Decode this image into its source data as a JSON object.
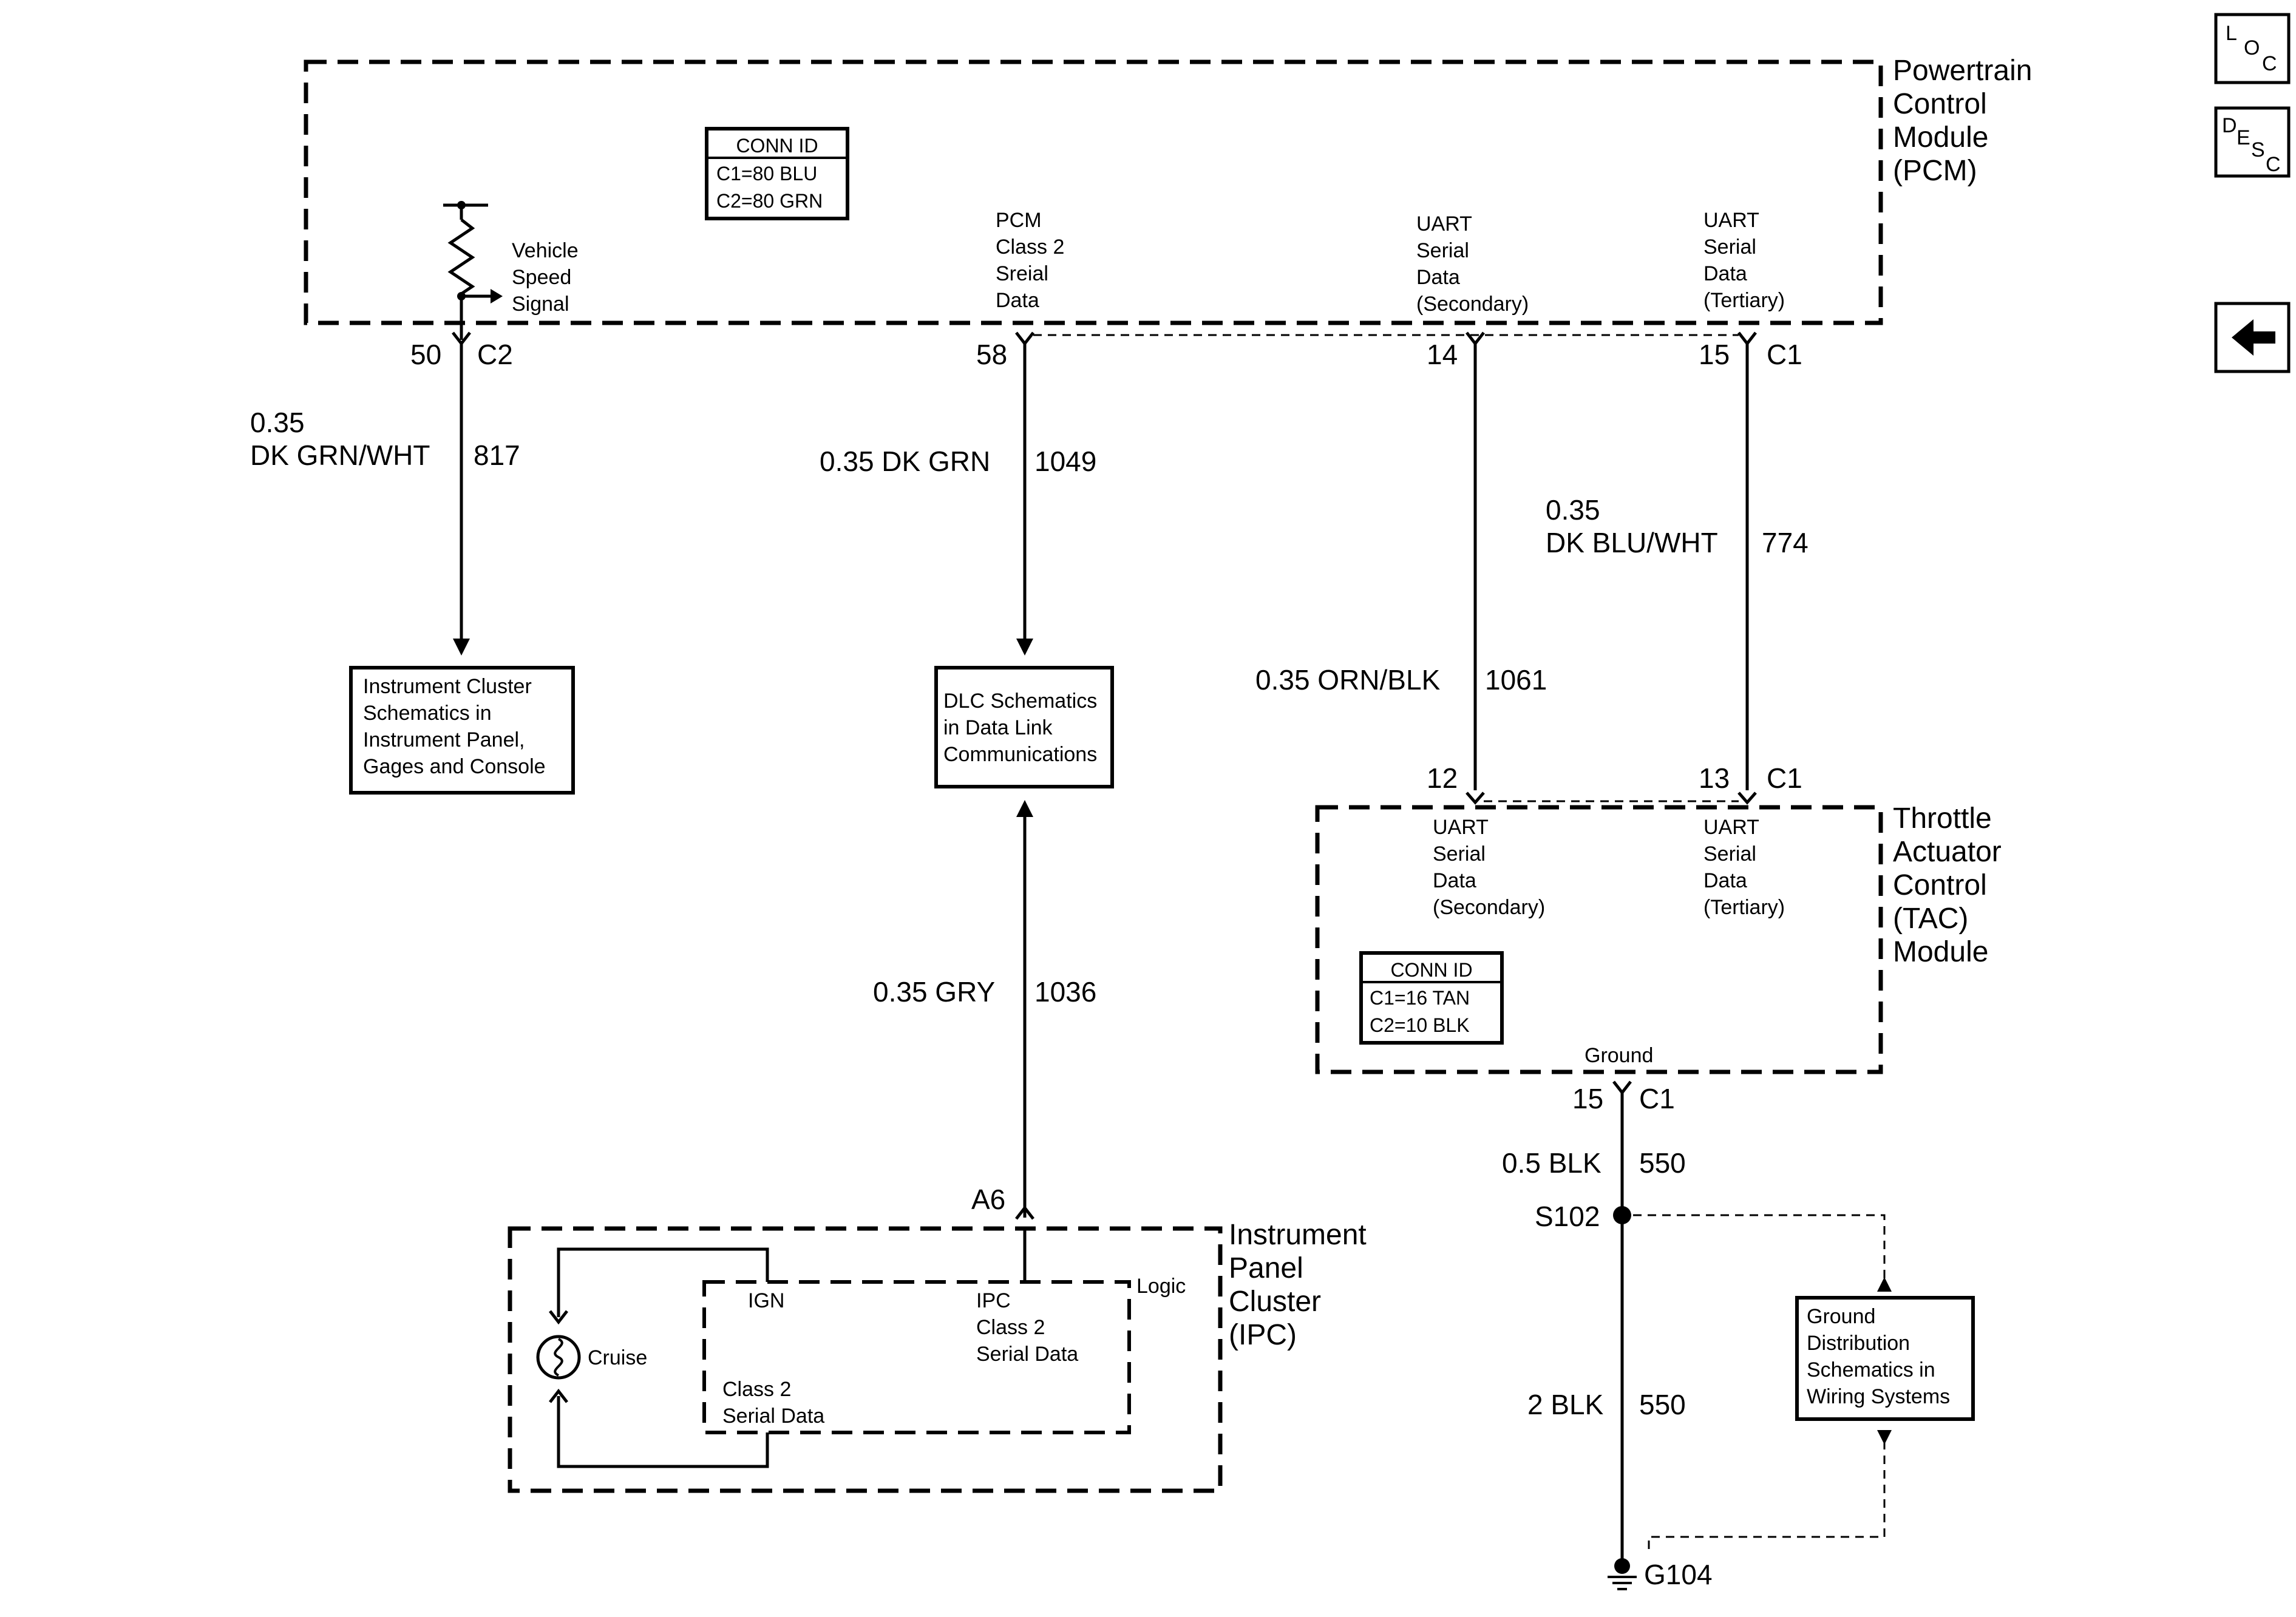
{
  "pcm": {
    "name": [
      "Powertrain",
      "Control",
      "Module",
      "(PCM)"
    ],
    "conn_id": {
      "title": "CONN ID",
      "lines": [
        "C1=80 BLU",
        "C2=80 GRN"
      ]
    },
    "vehicle_speed": [
      "Vehicle",
      "Speed",
      "Signal"
    ],
    "class2": [
      "PCM",
      "Class 2",
      "Sreial",
      "Data"
    ],
    "uart_sec": [
      "UART",
      "Serial",
      "Data",
      "(Secondary)"
    ],
    "uart_ter": [
      "UART",
      "Serial",
      "Data",
      "(Tertiary)"
    ]
  },
  "pins": {
    "p50": "50",
    "c2": "C2",
    "p58": "58",
    "p14": "14",
    "p15": "15",
    "c1_top": "C1",
    "p12": "12",
    "p13": "13",
    "c1_tac": "C1",
    "p15_tac": "15",
    "c1_gnd": "C1",
    "a6": "A6"
  },
  "wires": {
    "w817_size": "0.35",
    "w817_color": "DK GRN/WHT",
    "w817_num": "817",
    "w1049_label": "0.35 DK GRN",
    "w1049_num": "1049",
    "w774_size": "0.35",
    "w774_color": "DK BLU/WHT",
    "w774_num": "774",
    "w1061_label": "0.35 ORN/BLK",
    "w1061_num": "1061",
    "w1036_label": "0.35 GRY",
    "w1036_num": "1036",
    "w550a_label": "0.5 BLK",
    "w550a_num": "550",
    "w550b_label": "2 BLK",
    "w550b_num": "550"
  },
  "refs": {
    "instrument_cluster": [
      "Instrument Cluster",
      "Schematics in",
      "Instrument Panel,",
      "Gages and Console"
    ],
    "dlc": [
      "DLC Schematics",
      "in Data Link",
      "Communications"
    ],
    "ground_dist": [
      "Ground",
      "Distribution",
      "Schematics in",
      "Wiring Systems"
    ]
  },
  "tac": {
    "name": [
      "Throttle",
      "Actuator",
      "Control",
      "(TAC)",
      "Module"
    ],
    "uart_sec": [
      "UART",
      "Serial",
      "Data",
      "(Secondary)"
    ],
    "uart_ter": [
      "UART",
      "Serial",
      "Data",
      "(Tertiary)"
    ],
    "conn_id": {
      "title": "CONN ID",
      "lines": [
        "C1=16 TAN",
        "C2=10 BLK"
      ]
    },
    "ground": "Ground"
  },
  "splice": {
    "s102": "S102",
    "g104": "G104"
  },
  "ipc": {
    "name": [
      "Instrument",
      "Panel",
      "Cluster",
      "(IPC)"
    ],
    "ign": "IGN",
    "ipc_class2": [
      "IPC",
      "Class 2",
      "Serial Data"
    ],
    "logic": "Logic",
    "cruise": "Cruise",
    "class2": [
      "Class 2",
      "Serial Data"
    ]
  },
  "nav": {
    "loc": [
      "L",
      "O",
      "C"
    ],
    "desc": [
      "D",
      "E",
      "S",
      "C"
    ],
    "back_icon": "left-arrow-icon"
  }
}
